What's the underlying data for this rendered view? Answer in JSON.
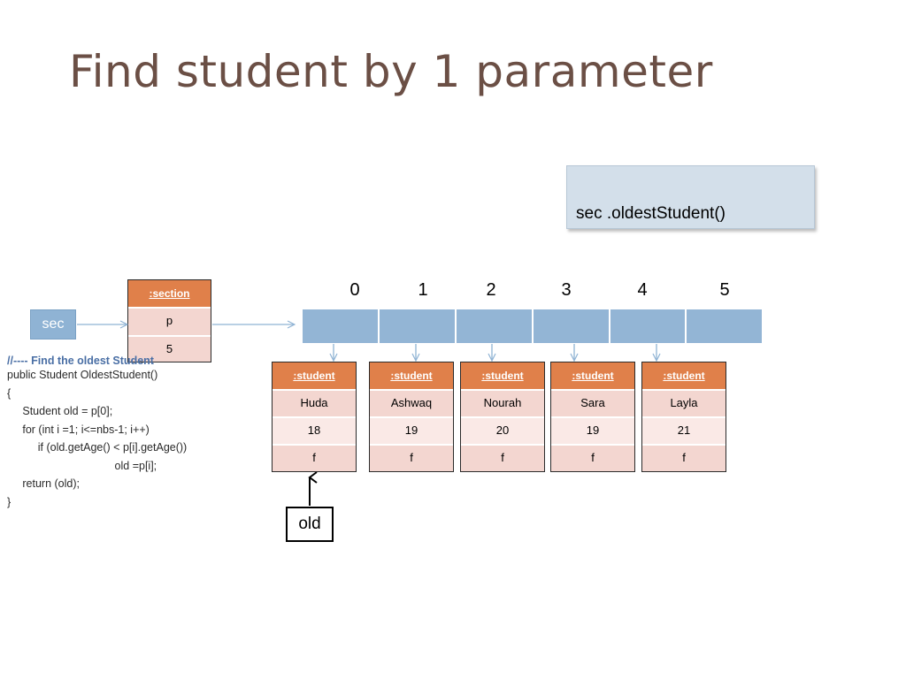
{
  "title": "Find student by 1 parameter",
  "callout": {
    "text": "sec .oldestStudent()"
  },
  "variable": {
    "label": "sec"
  },
  "section_object": {
    "header": ":section",
    "fields": [
      "p",
      "5"
    ]
  },
  "array_indices": [
    "0",
    "1",
    "2",
    "3",
    "4",
    "5"
  ],
  "students": [
    {
      "header": ":student",
      "name": "Huda",
      "age": "18",
      "gender": "f"
    },
    {
      "header": ":student",
      "name": "Ashwaq",
      "age": "19",
      "gender": "f"
    },
    {
      "header": ":student",
      "name": "Nourah",
      "age": "20",
      "gender": "f"
    },
    {
      "header": ":student",
      "name": "Sara",
      "age": "19",
      "gender": "f"
    },
    {
      "header": ":student",
      "name": "Layla",
      "age": "21",
      "gender": "f"
    }
  ],
  "old_label": "old",
  "code_lines": [
    "//---- Find the oldest Student",
    "public Student OldestStudent()",
    "{",
    "     Student old = p[0];",
    "     for (int i =1; i<=nbs-1; i++)",
    "          if (old.getAge() < p[i].getAge())",
    "                                   old =p[i];",
    "     return (old);",
    "}"
  ],
  "colors": {
    "title": "#6b4f45",
    "accent_orange": "#e0804a",
    "cell_pink": "#f3d6d0",
    "array_blue": "#93b5d5",
    "callout_bg": "#d3dfea"
  }
}
